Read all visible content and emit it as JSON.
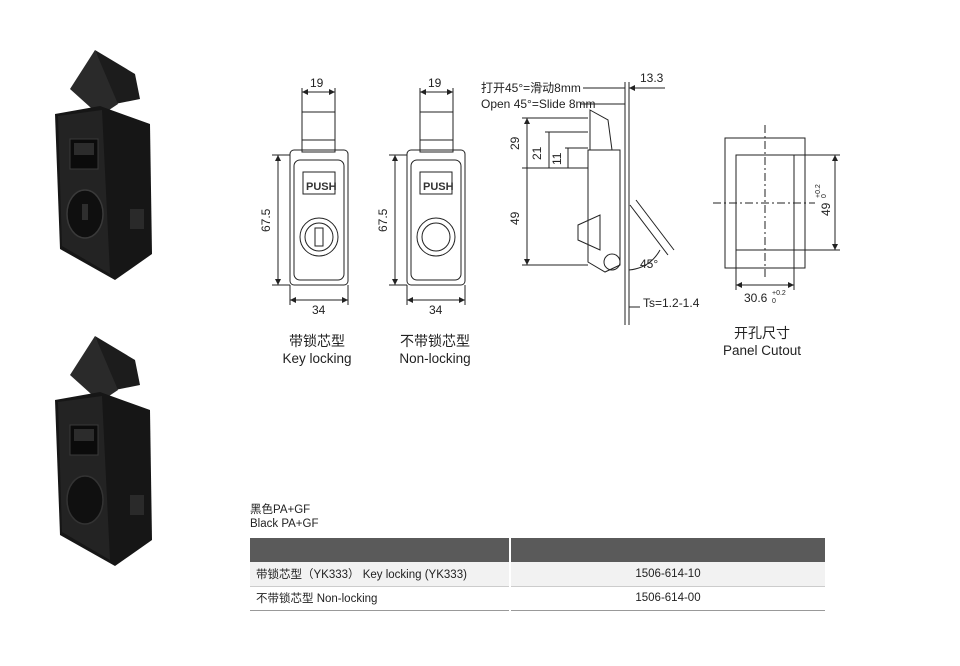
{
  "drawings": {
    "key_locking": {
      "width_top": "19",
      "height": "67.5",
      "width_bottom": "34",
      "push_label": "PUSH",
      "caption_cn": "带锁芯型",
      "caption_en": "Key locking"
    },
    "non_locking": {
      "width_top": "19",
      "height": "67.5",
      "width_bottom": "34",
      "push_label": "PUSH",
      "caption_cn": "不带锁芯型",
      "caption_en": "Non-locking"
    },
    "side_view": {
      "note_cn": "打开45°=滑动8mm",
      "note_en": "Open 45°=Slide 8mm",
      "dim_top": "13.3",
      "dim_29": "29",
      "dim_21": "21",
      "dim_11": "11",
      "dim_49": "49",
      "angle": "45°",
      "thickness": "Ts=1.2-1.4"
    },
    "panel_cutout": {
      "height": "49",
      "height_tol": "+0.2",
      "height_tol_low": "0",
      "width": "30.6",
      "width_tol": "+0.2",
      "width_tol_low": "0",
      "caption_cn": "开孔尺寸",
      "caption_en": "Panel Cutout"
    }
  },
  "material": {
    "cn": "黑色PA+GF",
    "en": "Black PA+GF"
  },
  "table": {
    "rows": [
      {
        "description": "带锁芯型（YK333） Key locking (YK333)",
        "code": "1506-614-10"
      },
      {
        "description": "不带锁芯型 Non-locking",
        "code": "1506-614-00"
      }
    ]
  }
}
